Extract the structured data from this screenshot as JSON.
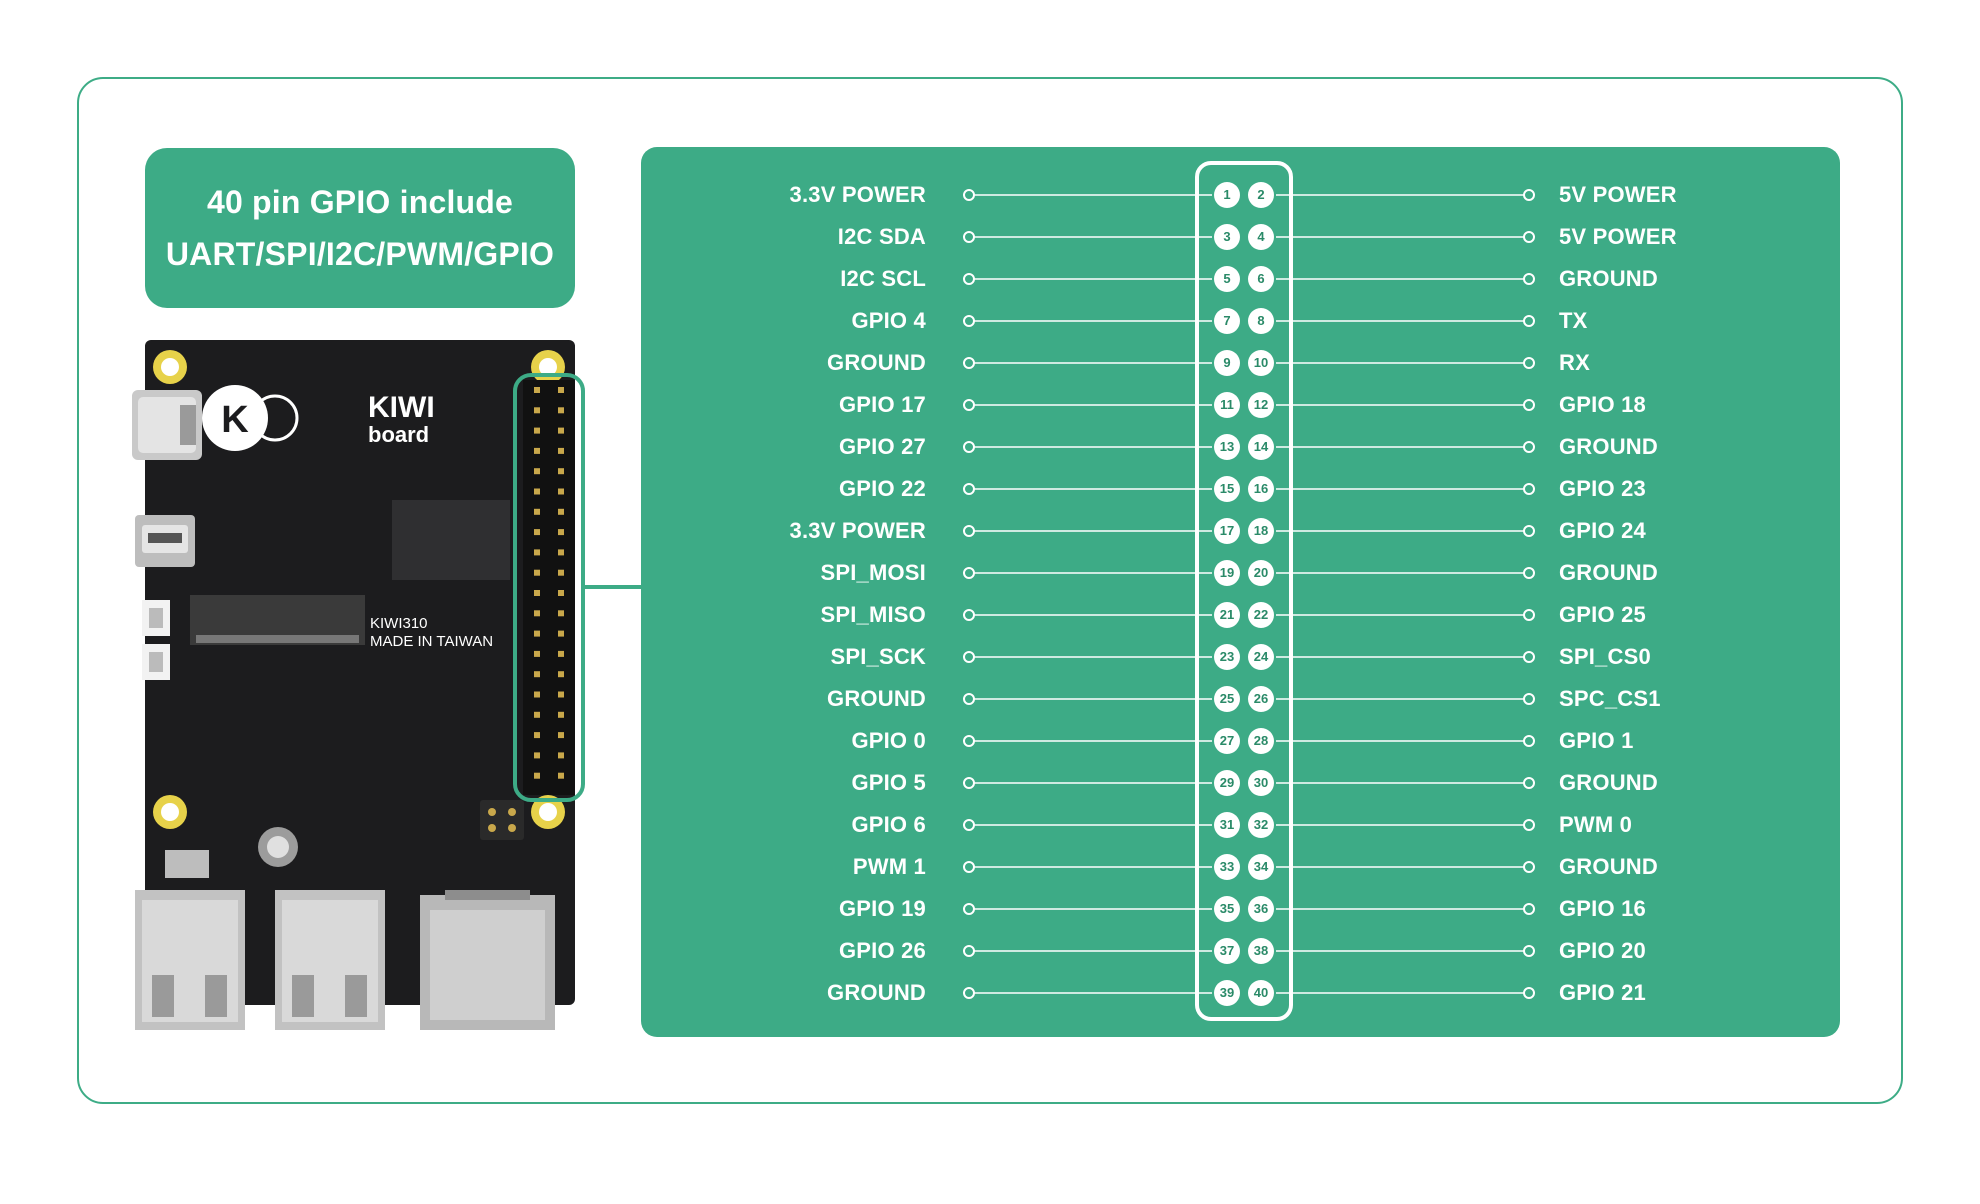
{
  "header": {
    "line1": "40 pin GPIO include",
    "line2": "UART/SPI/I2C/PWM/GPIO"
  },
  "board": {
    "logo_letter": "K",
    "brand_top": "KIWI",
    "brand_bottom": "board",
    "model": "KIWI310",
    "made_in": "MADE IN TAIWAN"
  },
  "colors": {
    "accent": "#3dab86",
    "board": "#1c1c1e",
    "pin_text": "#2a8a68"
  },
  "pins": [
    {
      "odd": 1,
      "odd_label": "3.3V POWER",
      "even": 2,
      "even_label": "5V POWER"
    },
    {
      "odd": 3,
      "odd_label": "I2C SDA",
      "even": 4,
      "even_label": "5V POWER"
    },
    {
      "odd": 5,
      "odd_label": "I2C SCL",
      "even": 6,
      "even_label": "GROUND"
    },
    {
      "odd": 7,
      "odd_label": "GPIO 4",
      "even": 8,
      "even_label": "TX"
    },
    {
      "odd": 9,
      "odd_label": "GROUND",
      "even": 10,
      "even_label": "RX"
    },
    {
      "odd": 11,
      "odd_label": "GPIO 17",
      "even": 12,
      "even_label": "GPIO 18"
    },
    {
      "odd": 13,
      "odd_label": "GPIO 27",
      "even": 14,
      "even_label": "GROUND"
    },
    {
      "odd": 15,
      "odd_label": "GPIO 22",
      "even": 16,
      "even_label": "GPIO 23"
    },
    {
      "odd": 17,
      "odd_label": "3.3V POWER",
      "even": 18,
      "even_label": "GPIO 24"
    },
    {
      "odd": 19,
      "odd_label": "SPI_MOSI",
      "even": 20,
      "even_label": "GROUND"
    },
    {
      "odd": 21,
      "odd_label": "SPI_MISO",
      "even": 22,
      "even_label": "GPIO 25"
    },
    {
      "odd": 23,
      "odd_label": "SPI_SCK",
      "even": 24,
      "even_label": "SPI_CS0"
    },
    {
      "odd": 25,
      "odd_label": "GROUND",
      "even": 26,
      "even_label": "SPC_CS1"
    },
    {
      "odd": 27,
      "odd_label": "GPIO 0",
      "even": 28,
      "even_label": "GPIO 1"
    },
    {
      "odd": 29,
      "odd_label": "GPIO 5",
      "even": 30,
      "even_label": "GROUND"
    },
    {
      "odd": 31,
      "odd_label": "GPIO 6",
      "even": 32,
      "even_label": "PWM 0"
    },
    {
      "odd": 33,
      "odd_label": "PWM 1",
      "even": 34,
      "even_label": "GROUND"
    },
    {
      "odd": 35,
      "odd_label": "GPIO 19",
      "even": 36,
      "even_label": "GPIO 16"
    },
    {
      "odd": 37,
      "odd_label": "GPIO 26",
      "even": 38,
      "even_label": "GPIO 20"
    },
    {
      "odd": 39,
      "odd_label": "GROUND",
      "even": 40,
      "even_label": "GPIO 21"
    }
  ]
}
